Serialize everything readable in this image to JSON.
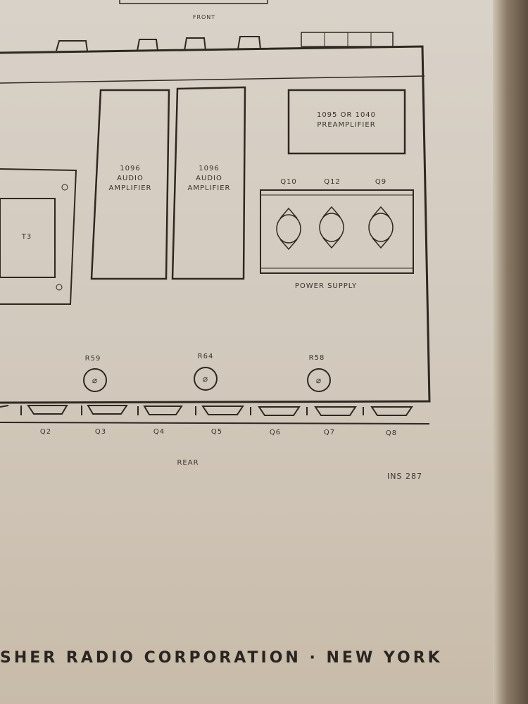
{
  "labels": {
    "front": "FRONT",
    "rear": "REAR",
    "t3": "T3",
    "amp1": "1096\nAUDIO\nAMPLIFIER",
    "amp2": "1096\nAUDIO\nAMPLIFIER",
    "preamp": "1095 OR 1040\nPREAMPLIFIER",
    "power_supply": "POWER SUPPLY",
    "q10": "Q10",
    "q12": "Q12",
    "q9": "Q9",
    "r59": "R59",
    "r64": "R64",
    "r58": "R58",
    "q2": "Q2",
    "q3": "Q3",
    "q4": "Q4",
    "q5": "Q5",
    "q6": "Q6",
    "q7": "Q7",
    "q8": "Q8",
    "ins": "INS 287"
  },
  "footer": "SHER RADIO CORPORATION · NEW YORK"
}
